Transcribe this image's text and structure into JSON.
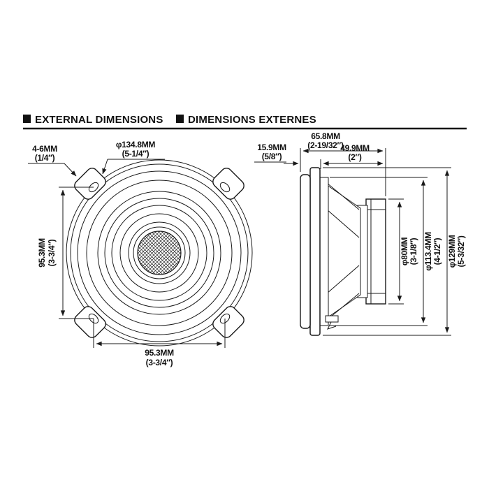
{
  "header": {
    "title_en": "EXTERNAL DIMENSIONS",
    "title_fr": "DIMENSIONS EXTERNES"
  },
  "front_view": {
    "panel_thickness": {
      "mm": "4-6MM",
      "inch": "(1/4″)"
    },
    "outer_diameter": {
      "mm": "φ134.8MM",
      "inch": "(5-1/4″)"
    },
    "mount_spacing_vertical": {
      "mm": "95.3MM",
      "inch": "(3-3/4″)"
    },
    "mount_spacing_horizontal": {
      "mm": "95.3MM",
      "inch": "(3-3/4″)"
    }
  },
  "side_view": {
    "protrusion_depth": {
      "mm": "15.9MM",
      "inch": "(5/8″)"
    },
    "total_depth": {
      "mm": "65.8MM",
      "inch": "(2-19/32″)"
    },
    "mounting_depth": {
      "mm": "49.9MM",
      "inch": "(2″)"
    },
    "magnet_diameter": {
      "mm": "φ80MM",
      "inch": "(3-1/8″)"
    },
    "cutout_diameter": {
      "mm": "φ113.4MM",
      "inch": "(4-1/2″)"
    },
    "frame_diameter": {
      "mm": "φ129MM",
      "inch": "(5-3/32″)"
    }
  },
  "colors": {
    "ink": "#1a1a1a",
    "paper": "#ffffff"
  }
}
